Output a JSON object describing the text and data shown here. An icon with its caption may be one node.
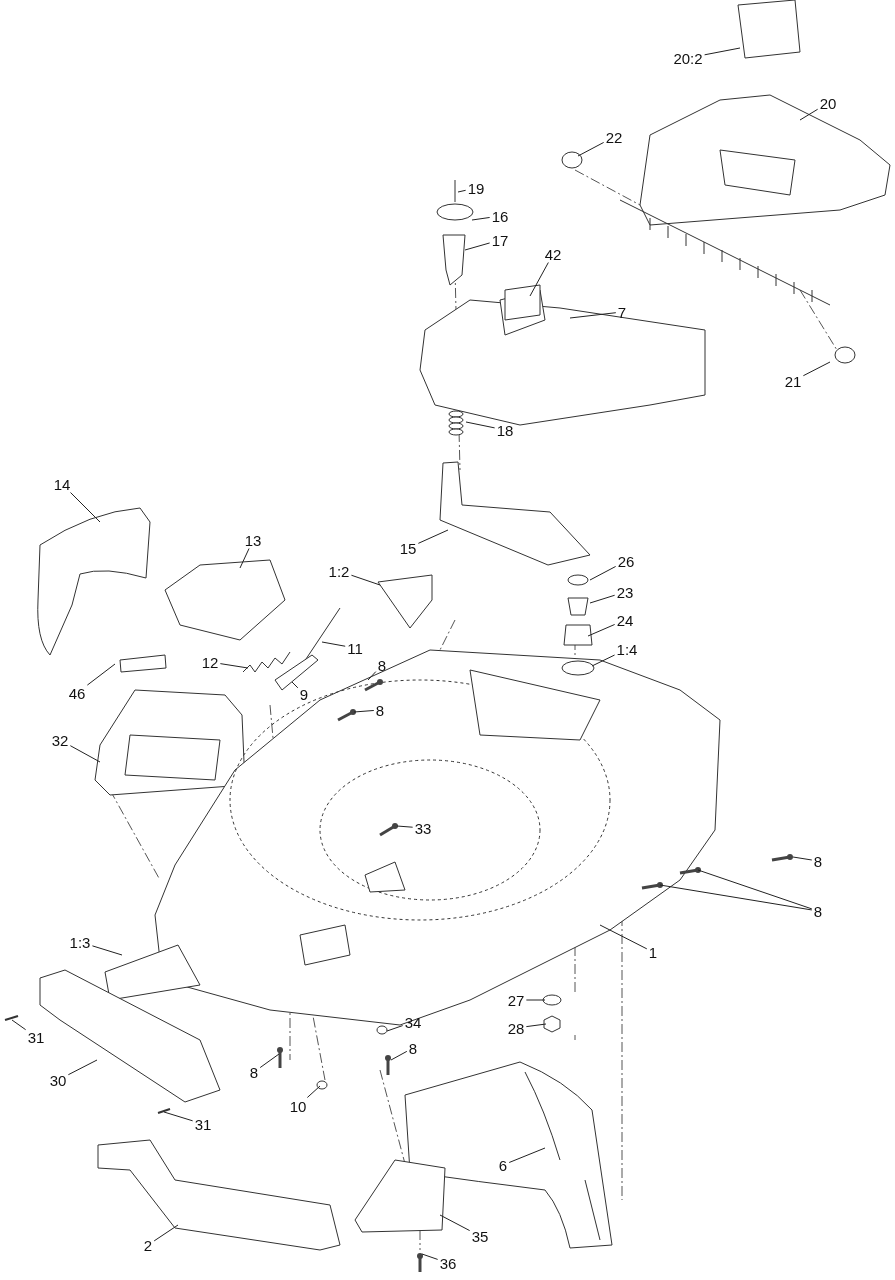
{
  "diagram": {
    "nodes": [
      {
        "text": [
          "20:2"
        ]
      },
      {
        "text": [
          "20"
        ]
      },
      {
        "text": [
          "22"
        ]
      },
      {
        "text": [
          "19"
        ]
      },
      {
        "text": [
          "16"
        ]
      },
      {
        "text": [
          "17"
        ]
      },
      {
        "text": [
          "42"
        ]
      },
      {
        "text": [
          "7"
        ]
      },
      {
        "text": [
          "21"
        ]
      },
      {
        "text": [
          "18"
        ]
      },
      {
        "text": [
          "14"
        ]
      },
      {
        "text": [
          "13"
        ]
      },
      {
        "text": [
          "15"
        ]
      },
      {
        "text": [
          "26"
        ]
      },
      {
        "text": [
          "1:2"
        ]
      },
      {
        "text": [
          "23"
        ]
      },
      {
        "text": [
          "24"
        ]
      },
      {
        "text": [
          "11"
        ]
      },
      {
        "text": [
          "1:4"
        ]
      },
      {
        "text": [
          "12"
        ]
      },
      {
        "text": [
          "8"
        ]
      },
      {
        "text": [
          "9"
        ]
      },
      {
        "text": [
          "46"
        ]
      },
      {
        "text": [
          "8"
        ]
      },
      {
        "text": [
          "32"
        ]
      },
      {
        "text": [
          "33"
        ]
      },
      {
        "text": [
          "8"
        ]
      },
      {
        "text": [
          "8"
        ]
      },
      {
        "text": [
          "1"
        ]
      },
      {
        "text": [
          "1:3"
        ]
      },
      {
        "text": [
          "27"
        ]
      },
      {
        "text": [
          "28"
        ]
      },
      {
        "text": [
          "34"
        ]
      },
      {
        "text": [
          "31"
        ]
      },
      {
        "text": [
          "8"
        ]
      },
      {
        "text": [
          "30"
        ]
      },
      {
        "text": [
          "8"
        ]
      },
      {
        "text": [
          "10"
        ]
      },
      {
        "text": [
          "31"
        ]
      },
      {
        "text": [
          "6"
        ]
      },
      {
        "text": [
          "2"
        ]
      },
      {
        "text": [
          "35"
        ]
      },
      {
        "text": [
          "36"
        ]
      }
    ],
    "edges": [
      {
        "from": 0,
        "to": null,
        "arrow": "none"
      },
      {
        "from": 1,
        "to": null,
        "arrow": "none"
      },
      {
        "from": 2,
        "to": null,
        "arrow": "none"
      },
      {
        "from": 3,
        "to": null,
        "arrow": "none"
      },
      {
        "from": 4,
        "to": null,
        "arrow": "none"
      },
      {
        "from": 5,
        "to": null,
        "arrow": "none"
      },
      {
        "from": 6,
        "to": null,
        "arrow": "none"
      },
      {
        "from": 7,
        "to": null,
        "arrow": "none"
      },
      {
        "from": 8,
        "to": null,
        "arrow": "none"
      },
      {
        "from": 9,
        "to": null,
        "arrow": "none"
      },
      {
        "from": 10,
        "to": null,
        "arrow": "none"
      },
      {
        "from": 11,
        "to": null,
        "arrow": "none"
      },
      {
        "from": 12,
        "to": null,
        "arrow": "none"
      },
      {
        "from": 13,
        "to": null,
        "arrow": "none"
      },
      {
        "from": 14,
        "to": null,
        "arrow": "none"
      },
      {
        "from": 15,
        "to": null,
        "arrow": "none"
      },
      {
        "from": 16,
        "to": null,
        "arrow": "none"
      },
      {
        "from": 17,
        "to": null,
        "arrow": "none"
      },
      {
        "from": 18,
        "to": null,
        "arrow": "none"
      },
      {
        "from": 19,
        "to": null,
        "arrow": "none"
      },
      {
        "from": 20,
        "to": null,
        "arrow": "none"
      },
      {
        "from": 21,
        "to": null,
        "arrow": "none"
      },
      {
        "from": 22,
        "to": null,
        "arrow": "none"
      },
      {
        "from": 23,
        "to": null,
        "arrow": "none"
      },
      {
        "from": 24,
        "to": null,
        "arrow": "none"
      },
      {
        "from": 25,
        "to": null,
        "arrow": "none"
      },
      {
        "from": 26,
        "to": null,
        "arrow": "none"
      },
      {
        "from": 27,
        "to": null,
        "arrow": "none"
      },
      {
        "from": 27,
        "to": null,
        "arrow": "none"
      },
      {
        "from": 28,
        "to": null,
        "arrow": "none"
      },
      {
        "from": 29,
        "to": null,
        "arrow": "none"
      },
      {
        "from": 30,
        "to": null,
        "arrow": "none"
      },
      {
        "from": 31,
        "to": null,
        "arrow": "none"
      },
      {
        "from": 32,
        "to": null,
        "arrow": "none"
      },
      {
        "from": 33,
        "to": null,
        "arrow": "none"
      },
      {
        "from": 34,
        "to": null,
        "arrow": "none"
      },
      {
        "from": 35,
        "to": null,
        "arrow": "none"
      },
      {
        "from": 36,
        "to": null,
        "arrow": "none"
      },
      {
        "from": 37,
        "to": null,
        "arrow": "none"
      },
      {
        "from": 38,
        "to": null,
        "arrow": "none"
      },
      {
        "from": 39,
        "to": null,
        "arrow": "none"
      },
      {
        "from": 40,
        "to": null,
        "arrow": "none"
      },
      {
        "from": 41,
        "to": null,
        "arrow": "none"
      },
      {
        "from": 42,
        "to": null,
        "arrow": "none"
      }
    ]
  }
}
